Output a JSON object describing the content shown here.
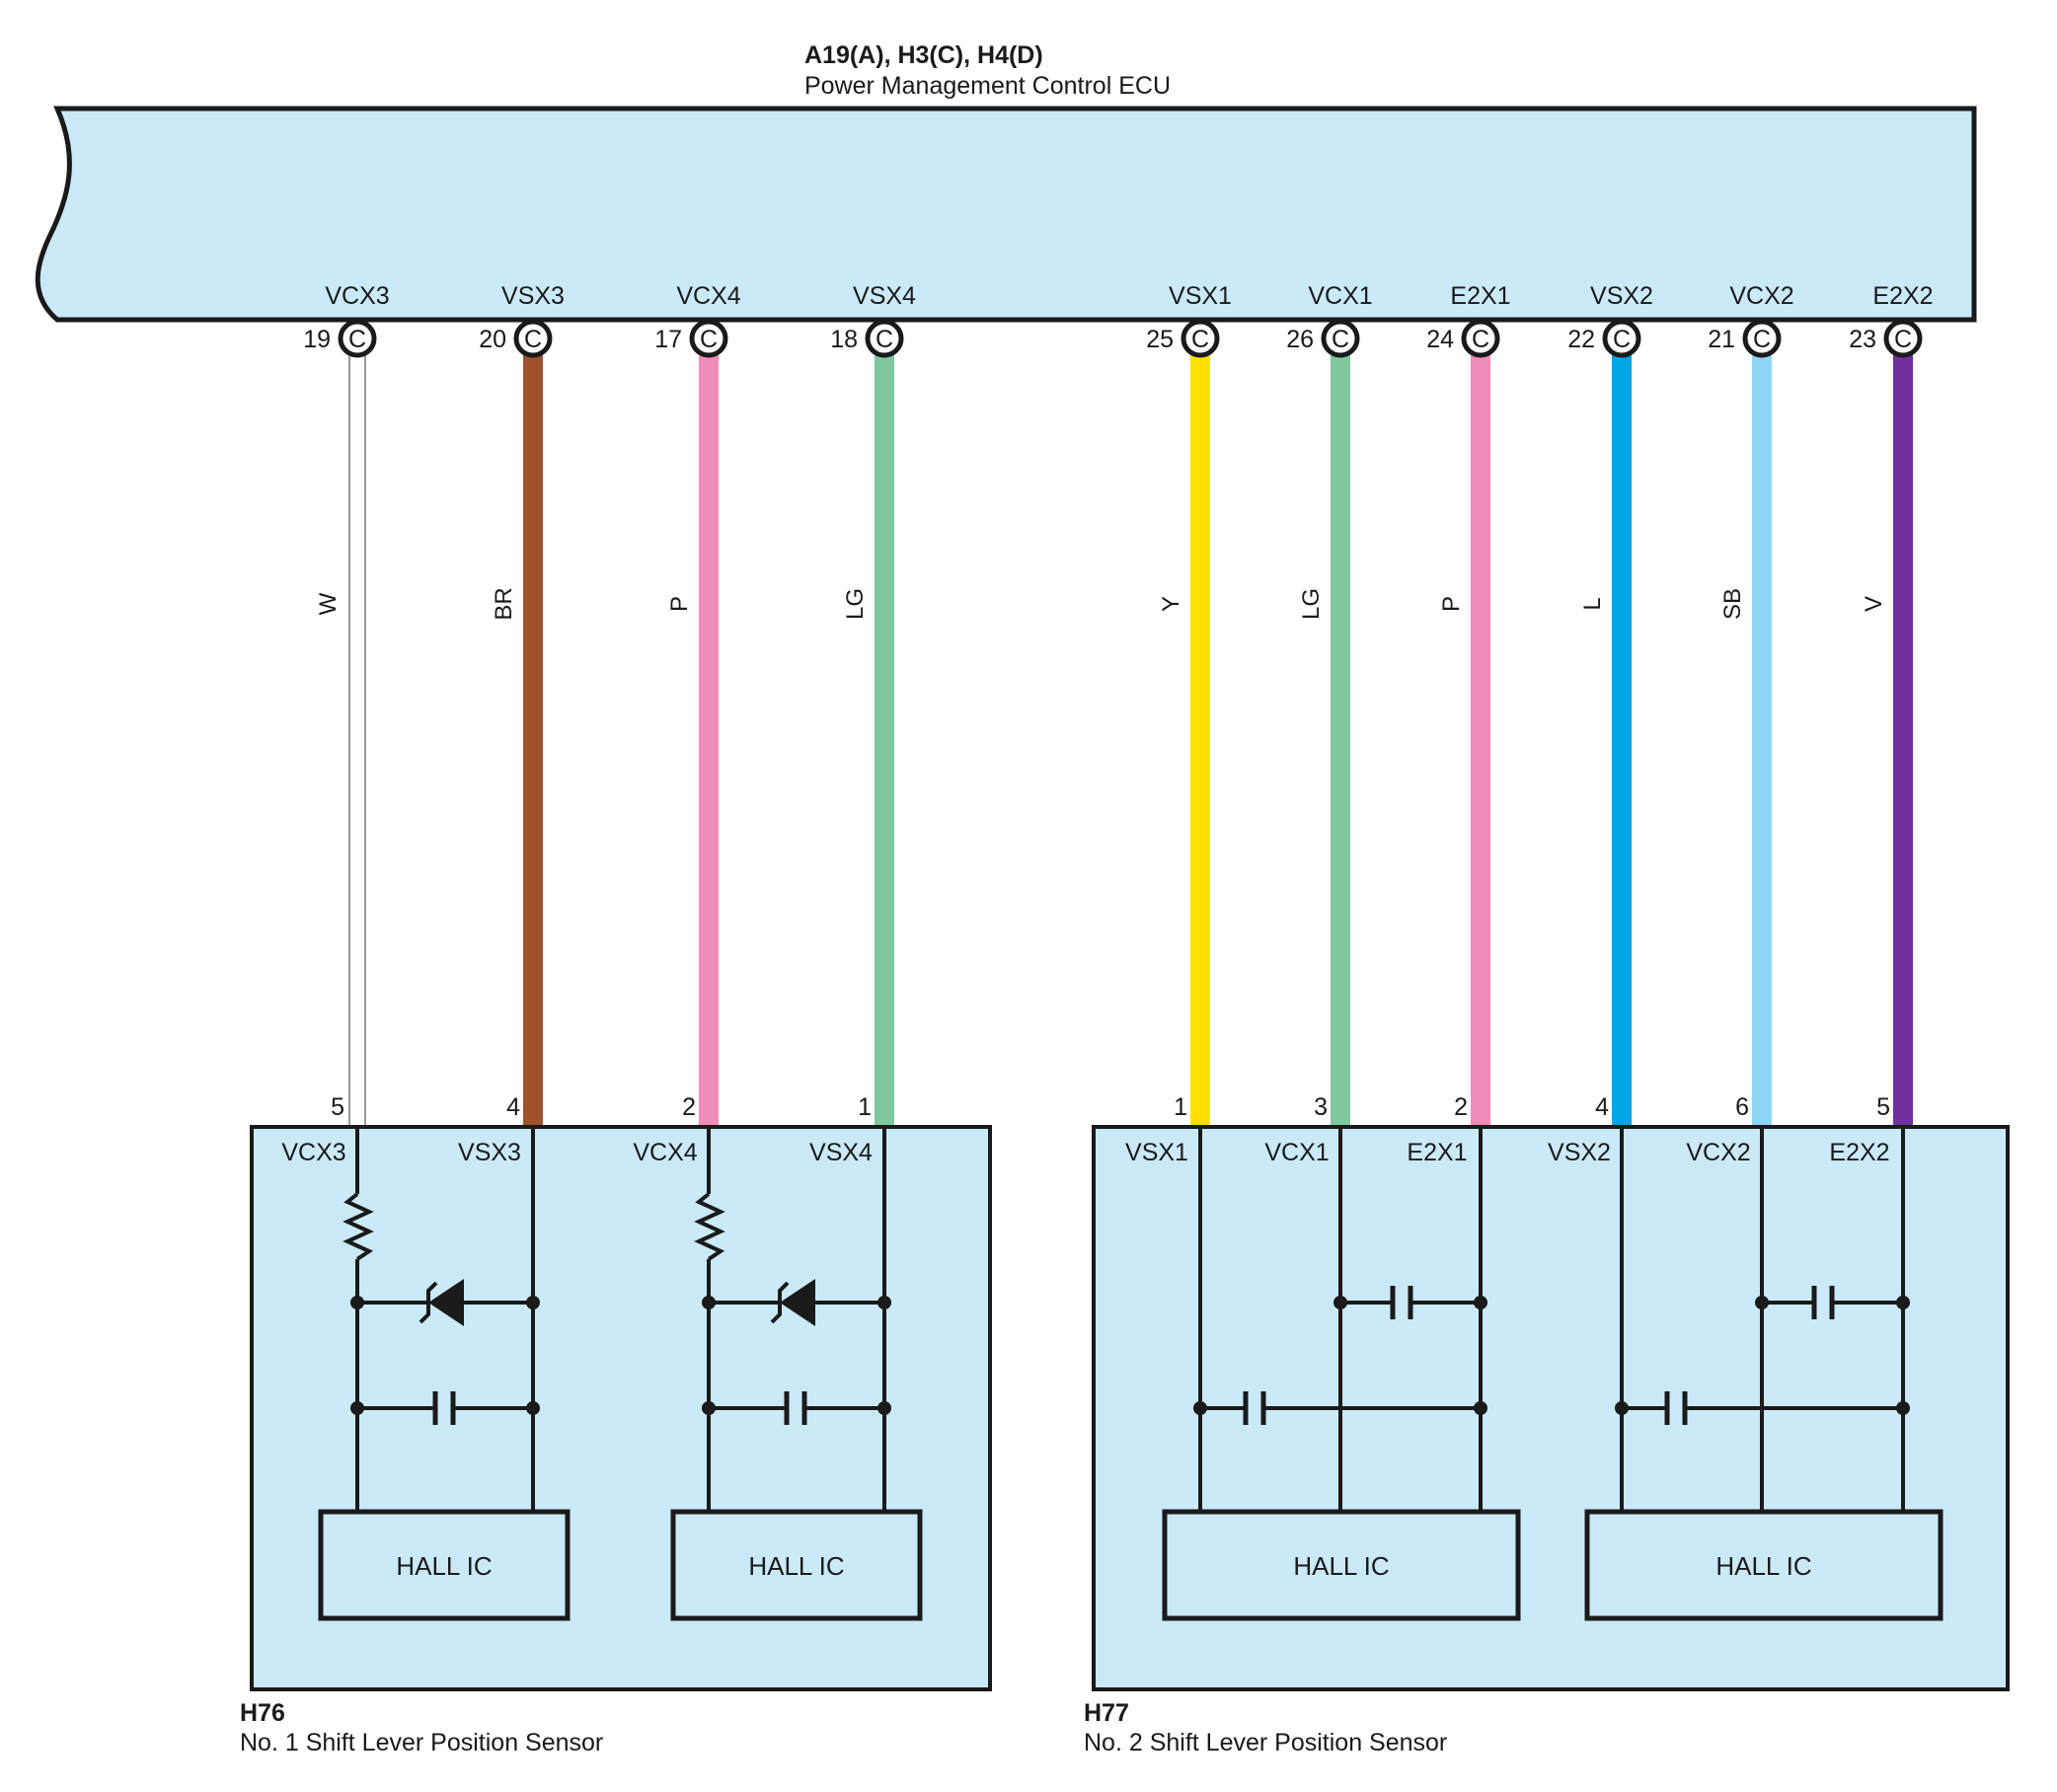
{
  "ecu": {
    "connector_code": "A19(A), H3(C), H4(D)",
    "name": "Power Management Control ECU"
  },
  "wires": [
    {
      "terminal": "VCX3",
      "pin": "19",
      "connector": "C",
      "color_code": "W",
      "color": "#ffffff",
      "sensor_pin": "5",
      "sensor": "H76"
    },
    {
      "terminal": "VSX3",
      "pin": "20",
      "connector": "C",
      "color_code": "BR",
      "color": "#a0522d",
      "sensor_pin": "4",
      "sensor": "H76"
    },
    {
      "terminal": "VCX4",
      "pin": "17",
      "connector": "C",
      "color_code": "P",
      "color": "#f08cb8",
      "sensor_pin": "2",
      "sensor": "H76"
    },
    {
      "terminal": "VSX4",
      "pin": "18",
      "connector": "C",
      "color_code": "LG",
      "color": "#7fc8a0",
      "sensor_pin": "1",
      "sensor": "H76"
    },
    {
      "terminal": "VSX1",
      "pin": "25",
      "connector": "C",
      "color_code": "Y",
      "color": "#ffe000",
      "sensor_pin": "1",
      "sensor": "H77"
    },
    {
      "terminal": "VCX1",
      "pin": "26",
      "connector": "C",
      "color_code": "LG",
      "color": "#7fc8a0",
      "sensor_pin": "3",
      "sensor": "H77"
    },
    {
      "terminal": "E2X1",
      "pin": "24",
      "connector": "C",
      "color_code": "P",
      "color": "#f08cb8",
      "sensor_pin": "2",
      "sensor": "H77"
    },
    {
      "terminal": "VSX2",
      "pin": "22",
      "connector": "C",
      "color_code": "L",
      "color": "#00a5e3",
      "sensor_pin": "4",
      "sensor": "H77"
    },
    {
      "terminal": "VCX2",
      "pin": "21",
      "connector": "C",
      "color_code": "SB",
      "color": "#8dd5f5",
      "sensor_pin": "6",
      "sensor": "H77"
    },
    {
      "terminal": "E2X2",
      "pin": "23",
      "connector": "C",
      "color_code": "V",
      "color": "#7030a0",
      "sensor_pin": "5",
      "sensor": "H77"
    }
  ],
  "sensors": [
    {
      "id": "H76",
      "name": "No.  1 Shift Lever Position Sensor",
      "terminals": [
        "VCX3",
        "VSX3",
        "VCX4",
        "VSX4"
      ],
      "ic_labels": [
        "HALL IC",
        "HALL IC"
      ]
    },
    {
      "id": "H77",
      "name": "No.  2 Shift Lever Position Sensor",
      "terminals": [
        "VSX1",
        "VCX1",
        "E2X1",
        "VSX2",
        "VCX2",
        "E2X2"
      ],
      "ic_labels": [
        "HALL IC",
        "HALL IC"
      ]
    }
  ],
  "colors": {
    "box_fill": "#cae9f9",
    "outline": "#1a1a1a"
  }
}
